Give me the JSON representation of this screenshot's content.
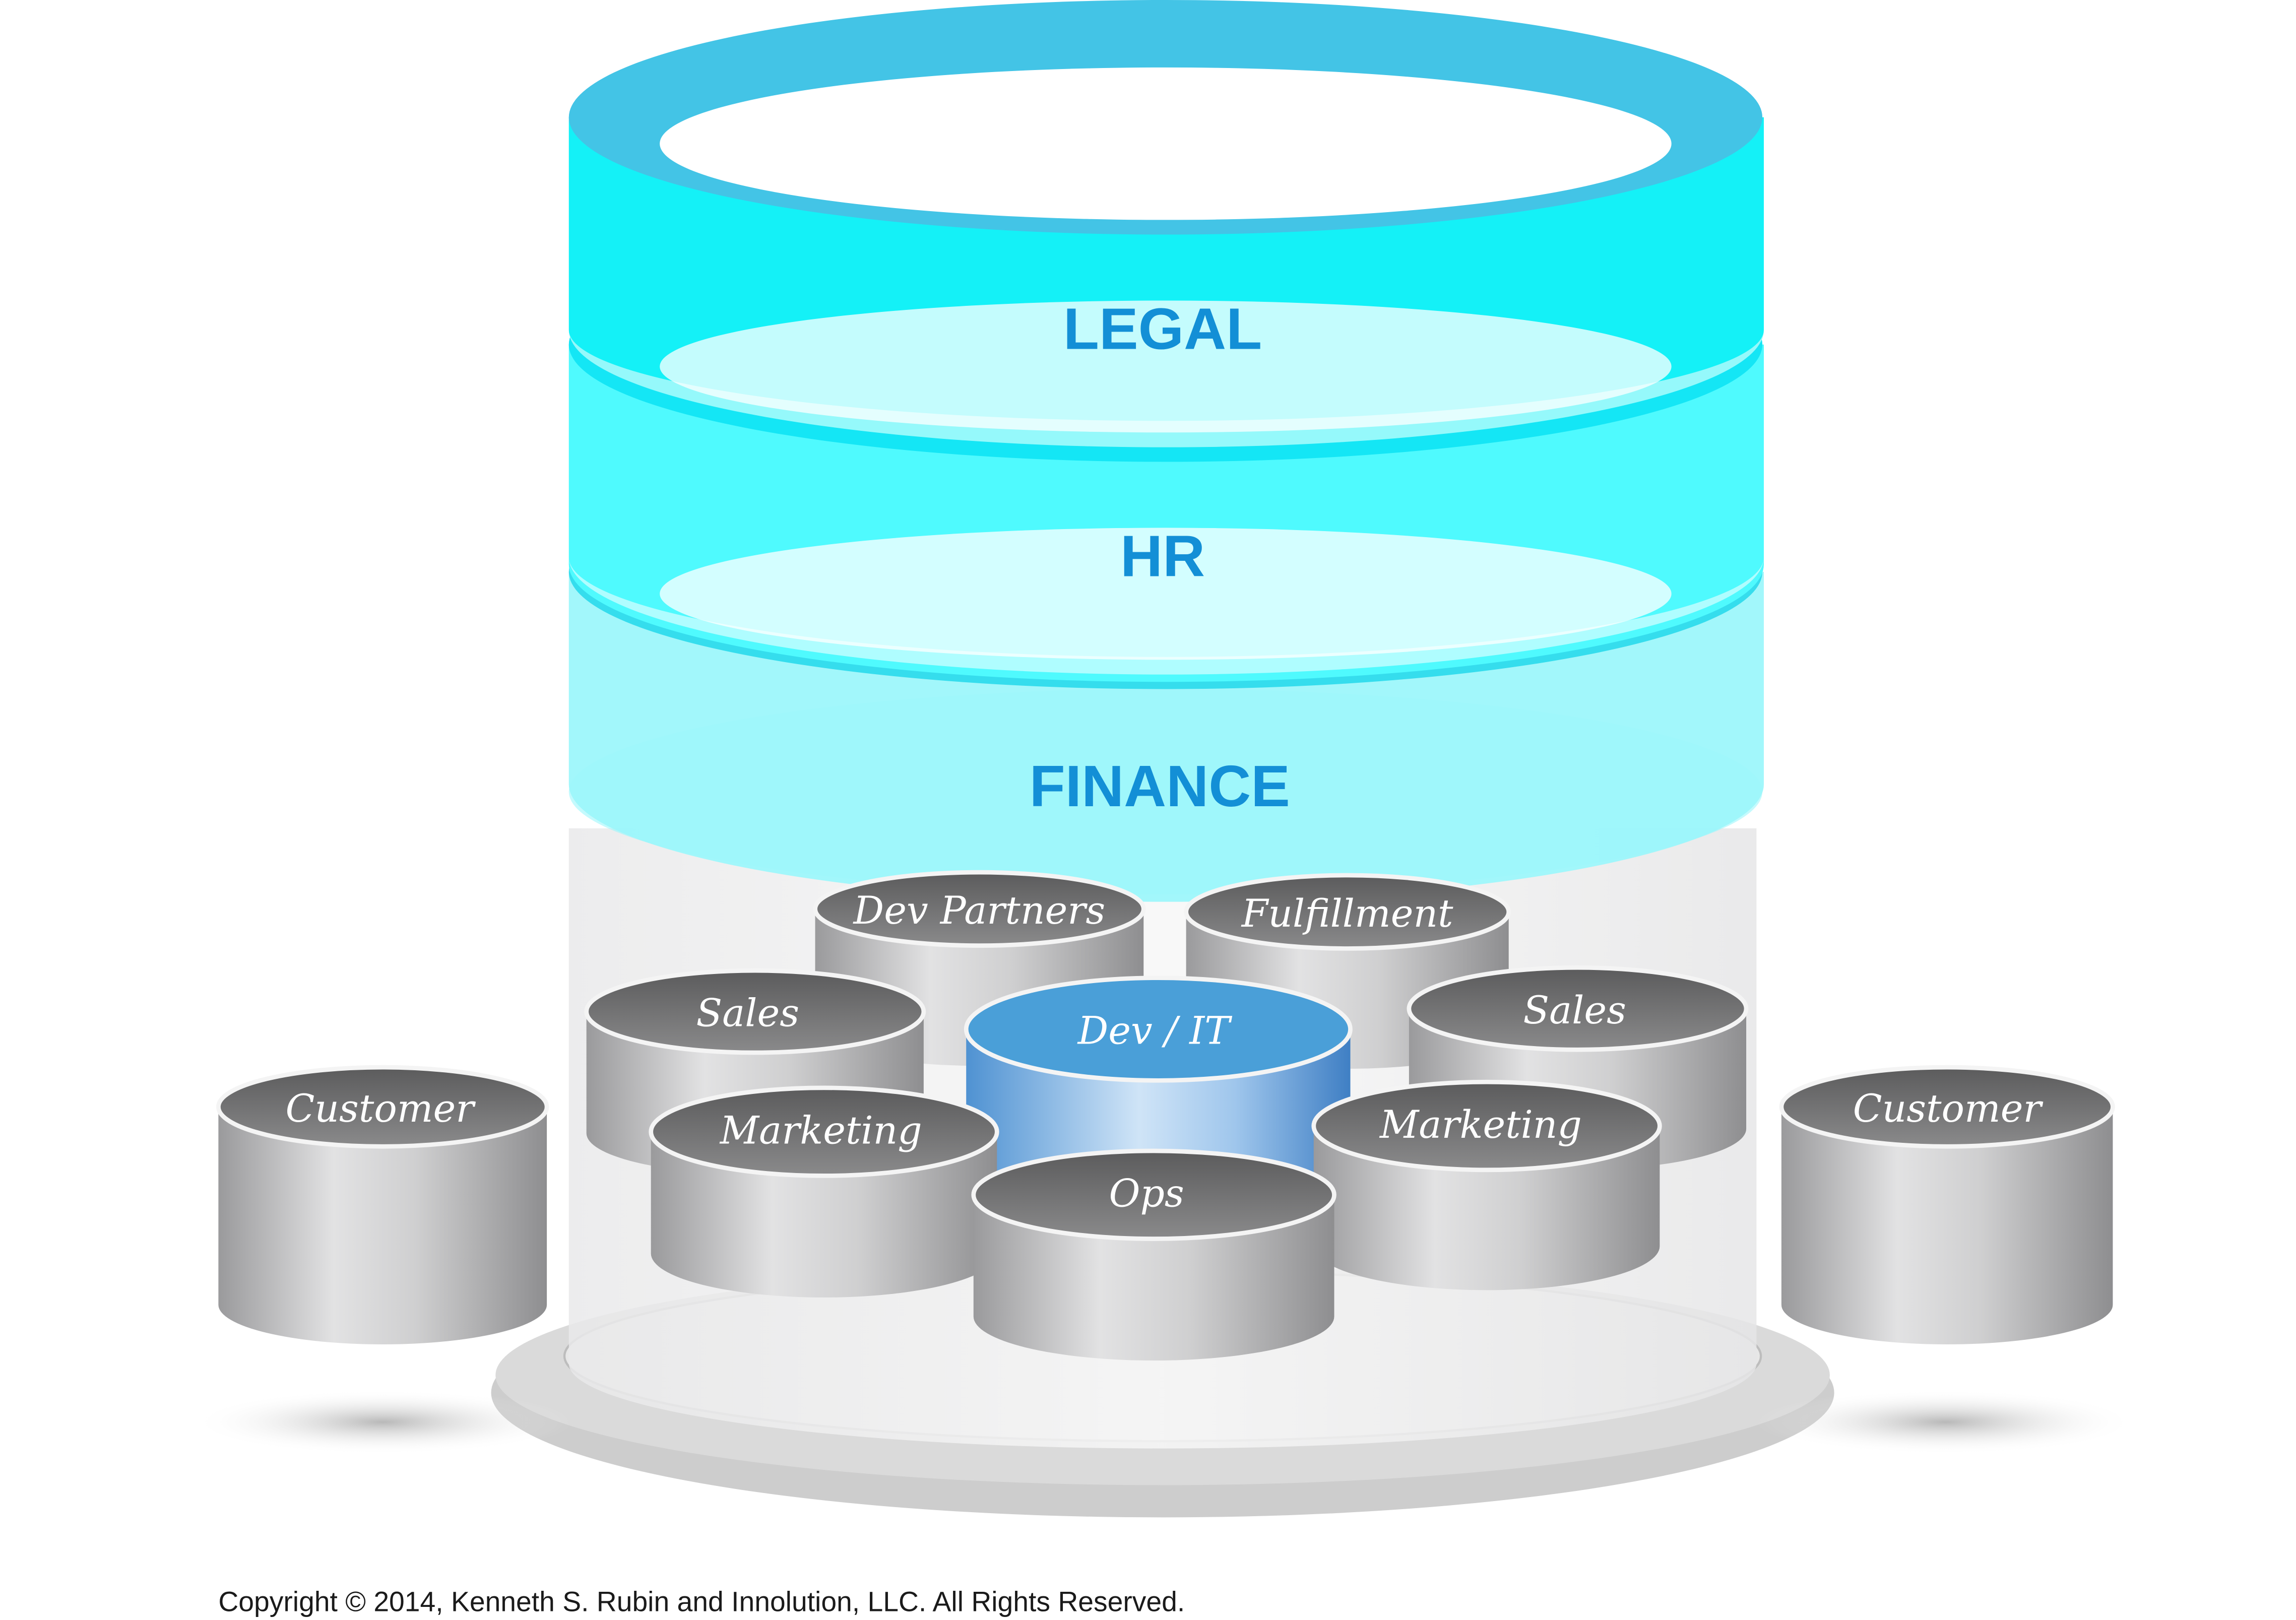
{
  "diagram": {
    "rings": [
      {
        "label": "LEGAL"
      },
      {
        "label": "HR"
      },
      {
        "label": "FINANCE"
      }
    ],
    "cylinders": [
      {
        "label": "Dev Partners"
      },
      {
        "label": "Fulfillment"
      },
      {
        "label": "Sales"
      },
      {
        "label": "Sales"
      },
      {
        "label": "Customer"
      },
      {
        "label": "Customer"
      },
      {
        "label": "Marketing"
      },
      {
        "label": "Dev / IT"
      },
      {
        "label": "Marketing"
      },
      {
        "label": "Ops"
      }
    ],
    "copyright": "Copyright © 2014, Kenneth S. Rubin and Innolution, LLC. All Rights Reserved."
  },
  "colors": {
    "ring_label": "#138fd6",
    "ring_top": "#43c4e6",
    "ring_mid": "#14f1f7",
    "ring_light": "#9df7fb",
    "cylinder_top": "#7a7a7a",
    "cylinder_side": "#c8c8c8",
    "highlight_top": "#4a9fd8",
    "highlight_side": "#a8cdef"
  }
}
